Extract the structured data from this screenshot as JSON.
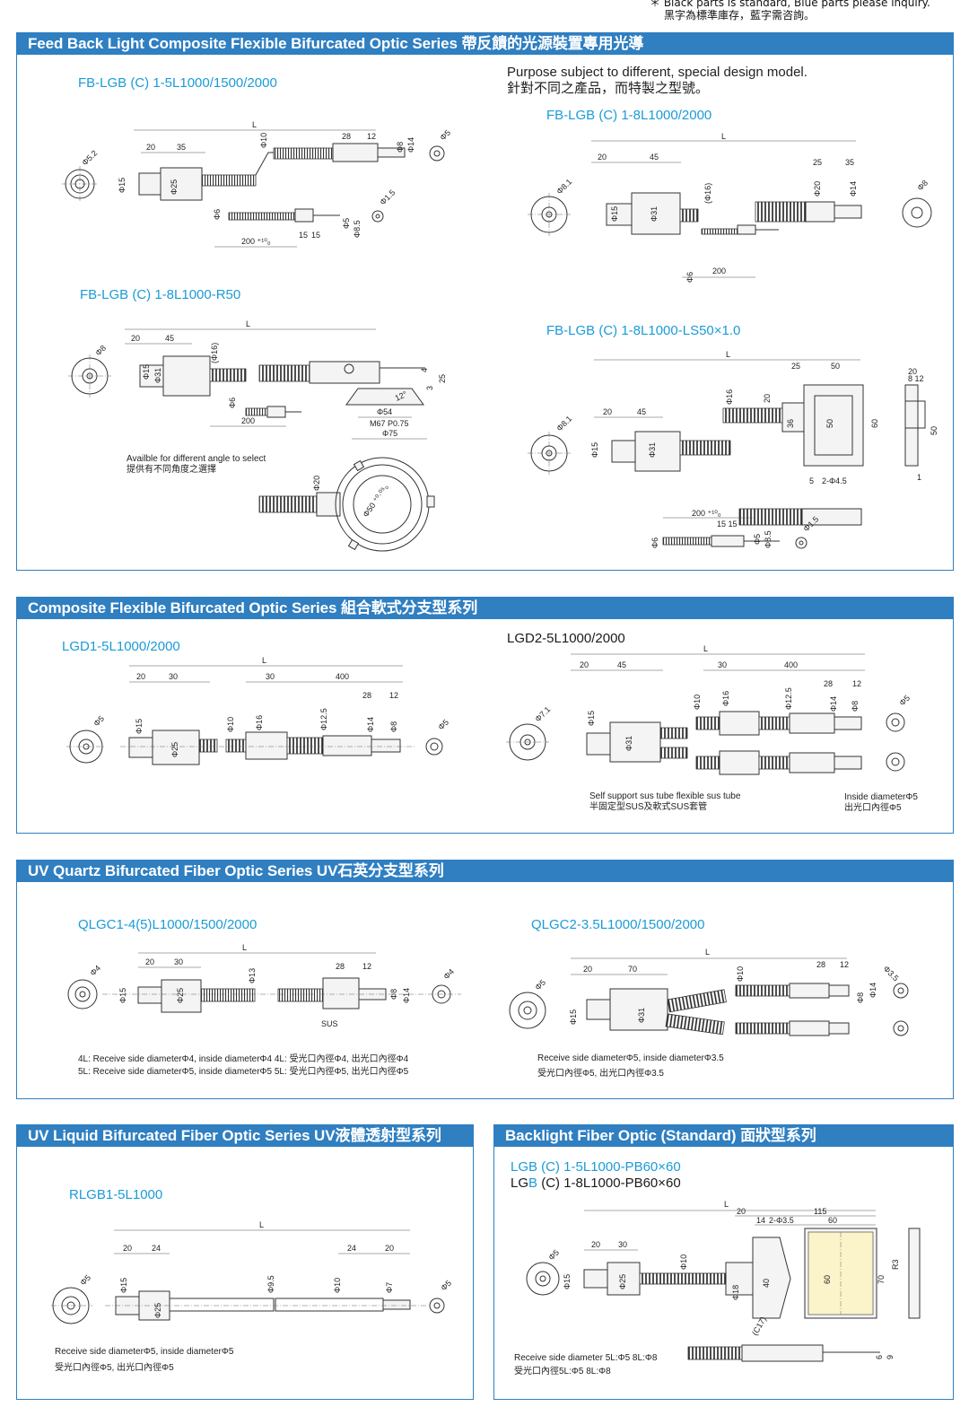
{
  "note": {
    "line1": "＊ Black parts is standard, Blue parts please inquiry.",
    "line2": "黑字為標準庫存，藍字需咨詢。"
  },
  "sections": {
    "fb": {
      "title": "Feed Back Light Composite Flexible Bifurcated Optic Series 帶反饋的光源裝置專用光導",
      "purpose_en": "Purpose subject to different, special design model.",
      "purpose_zh": "針對不同之產品，而特製之型號。",
      "models": [
        "FB-LGB (C) 1-5L1000/1500/2000",
        "FB-LGB (C) 1-8L1000/2000",
        "FB-LGB (C) 1-8L1000-R50",
        "FB-LGB (C) 1-8L1000-LS50×1.0"
      ],
      "angle_en": "Availble for different angle to select",
      "angle_zh": "提供有不同角度之選擇"
    },
    "lgd": {
      "title": "Composite Flexible Bifurcated Optic Series 組合軟式分支型系列",
      "models": [
        "LGD1-5L1000/2000",
        "LGD2-5L1000/2000"
      ],
      "sus_en": "Self support sus tube flexible sus tube",
      "sus_zh": "半固定型SUS及軟式SUS套管",
      "inside_en": "Inside diameterΦ5",
      "inside_zh": "出光口內徑Φ5"
    },
    "uvq": {
      "title": "UV Quartz Bifurcated Fiber Optic Series UV石英分支型系列",
      "models": [
        "QLGC1-4(5)L1000/1500/2000",
        "QLGC2-3.5L1000/1500/2000"
      ],
      "note_4l": "4L: Receive side diameterΦ4, inside diameterΦ4   4L: 受光口內徑Φ4, 出光口內徑Φ4",
      "note_5l": "5L: Receive side diameterΦ5, inside diameterΦ5   5L: 受光口內徑Φ5, 出光口內徑Φ5",
      "note2_en": "Receive side diameterΦ5, inside diameterΦ3.5",
      "note2_zh": "受光口內徑Φ5, 出光口內徑Φ3.5"
    },
    "uvl": {
      "title": "UV Liquid Bifurcated Fiber Optic Series UV液體透射型系列",
      "model": "RLGB1-5L1000",
      "note_en": "Receive side diameterΦ5, inside diameterΦ5",
      "note_zh": "受光口內徑Φ5, 出光口內徑Φ5"
    },
    "bl": {
      "title": "Backlight Fiber Optic (Standard) 面狀型系列",
      "model1": "LGB (C) 1-5L1000-PB60×60",
      "model2_a": "LG",
      "model2_b": "B",
      "model2_c": " (C) 1-8L1000-PB60×60",
      "note_en": "Receive side diameter 5L:Φ5   8L:Φ8",
      "note_zh": "受光口內徑5L:Φ5   8L:Φ8"
    }
  },
  "colors": {
    "header": "#2f7fc1",
    "model": "#1b9bd7",
    "panel": "#fbf3c9"
  }
}
